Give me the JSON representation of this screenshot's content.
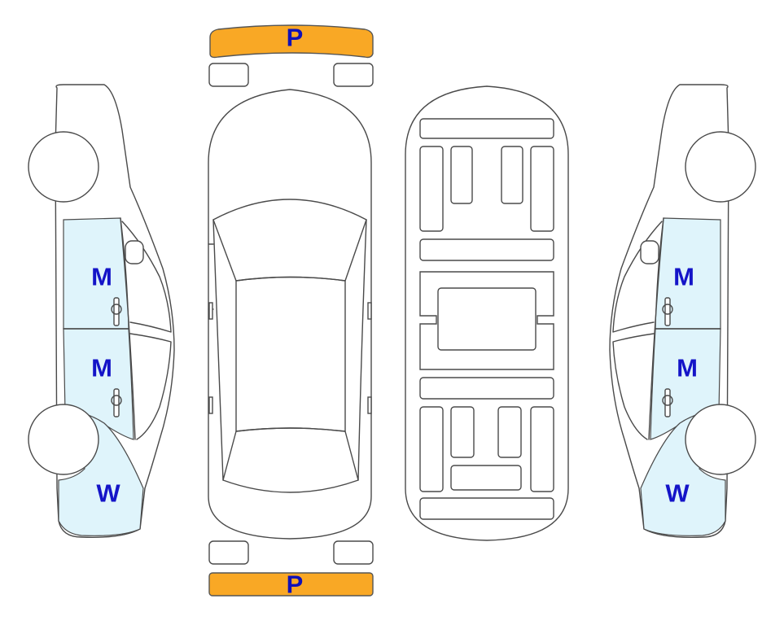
{
  "colors": {
    "damaged_panel_fill": "#dff4fb",
    "bumper_fill": "#f9a825",
    "code_text": "#1414c8",
    "outline": "#4a4a4a"
  },
  "views": {
    "left_side": {
      "codes": {
        "front_door": "M",
        "rear_door": "M",
        "rear_quarter": "W"
      }
    },
    "top": {
      "codes": {
        "front_bumper": "P",
        "rear_bumper": "P"
      }
    },
    "underbody": {
      "codes": {}
    },
    "right_side": {
      "codes": {
        "front_door": "M",
        "rear_door": "M",
        "rear_quarter": "W"
      }
    }
  }
}
